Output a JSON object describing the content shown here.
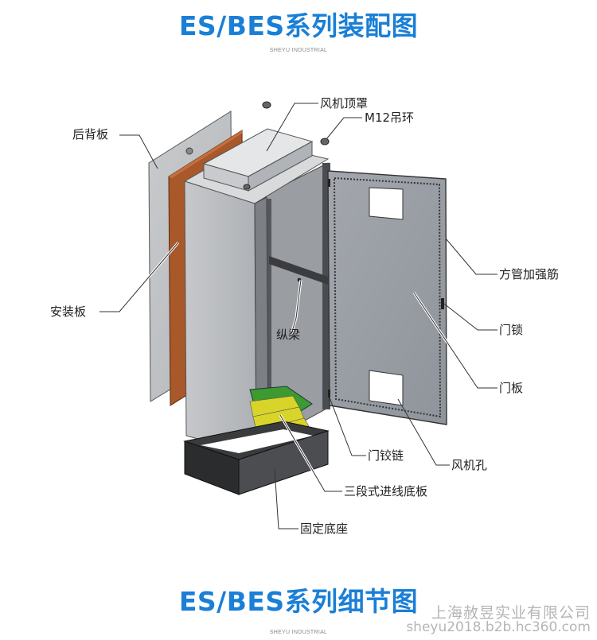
{
  "title_top": "ES/BES系列装配图",
  "subtitle_top": "SHEYU INDUSTRIAL",
  "title_bottom": "ES/BES系列细节图",
  "subtitle_bottom": "SHEYU INDUSTRIAL",
  "labels": {
    "fan_top_cover": "风机顶罩",
    "lifting_ring": "M12吊环",
    "back_panel": "后背板",
    "mounting_plate": "安装板",
    "longitudinal_beam": "纵梁",
    "square_tube_rib": "方管加强筋",
    "door_lock": "门锁",
    "door_panel": "门板",
    "door_hinge": "门铰链",
    "fan_hole": "风机孔",
    "three_section_base_plate": "三段式进线底板",
    "fixed_base": "固定底座"
  },
  "watermark": {
    "company": "上海赦昱实业有限公司",
    "site": "sheyu2018.b2b.hc360.com"
  },
  "colors": {
    "title_blue": "#1a7fd6",
    "mounting_plate_orange": "#a9582a",
    "base_plate_green": "#3c9a2e",
    "base_plate_yellow": "#d8d42a",
    "cabinet_gray": "#bcbec2"
  }
}
